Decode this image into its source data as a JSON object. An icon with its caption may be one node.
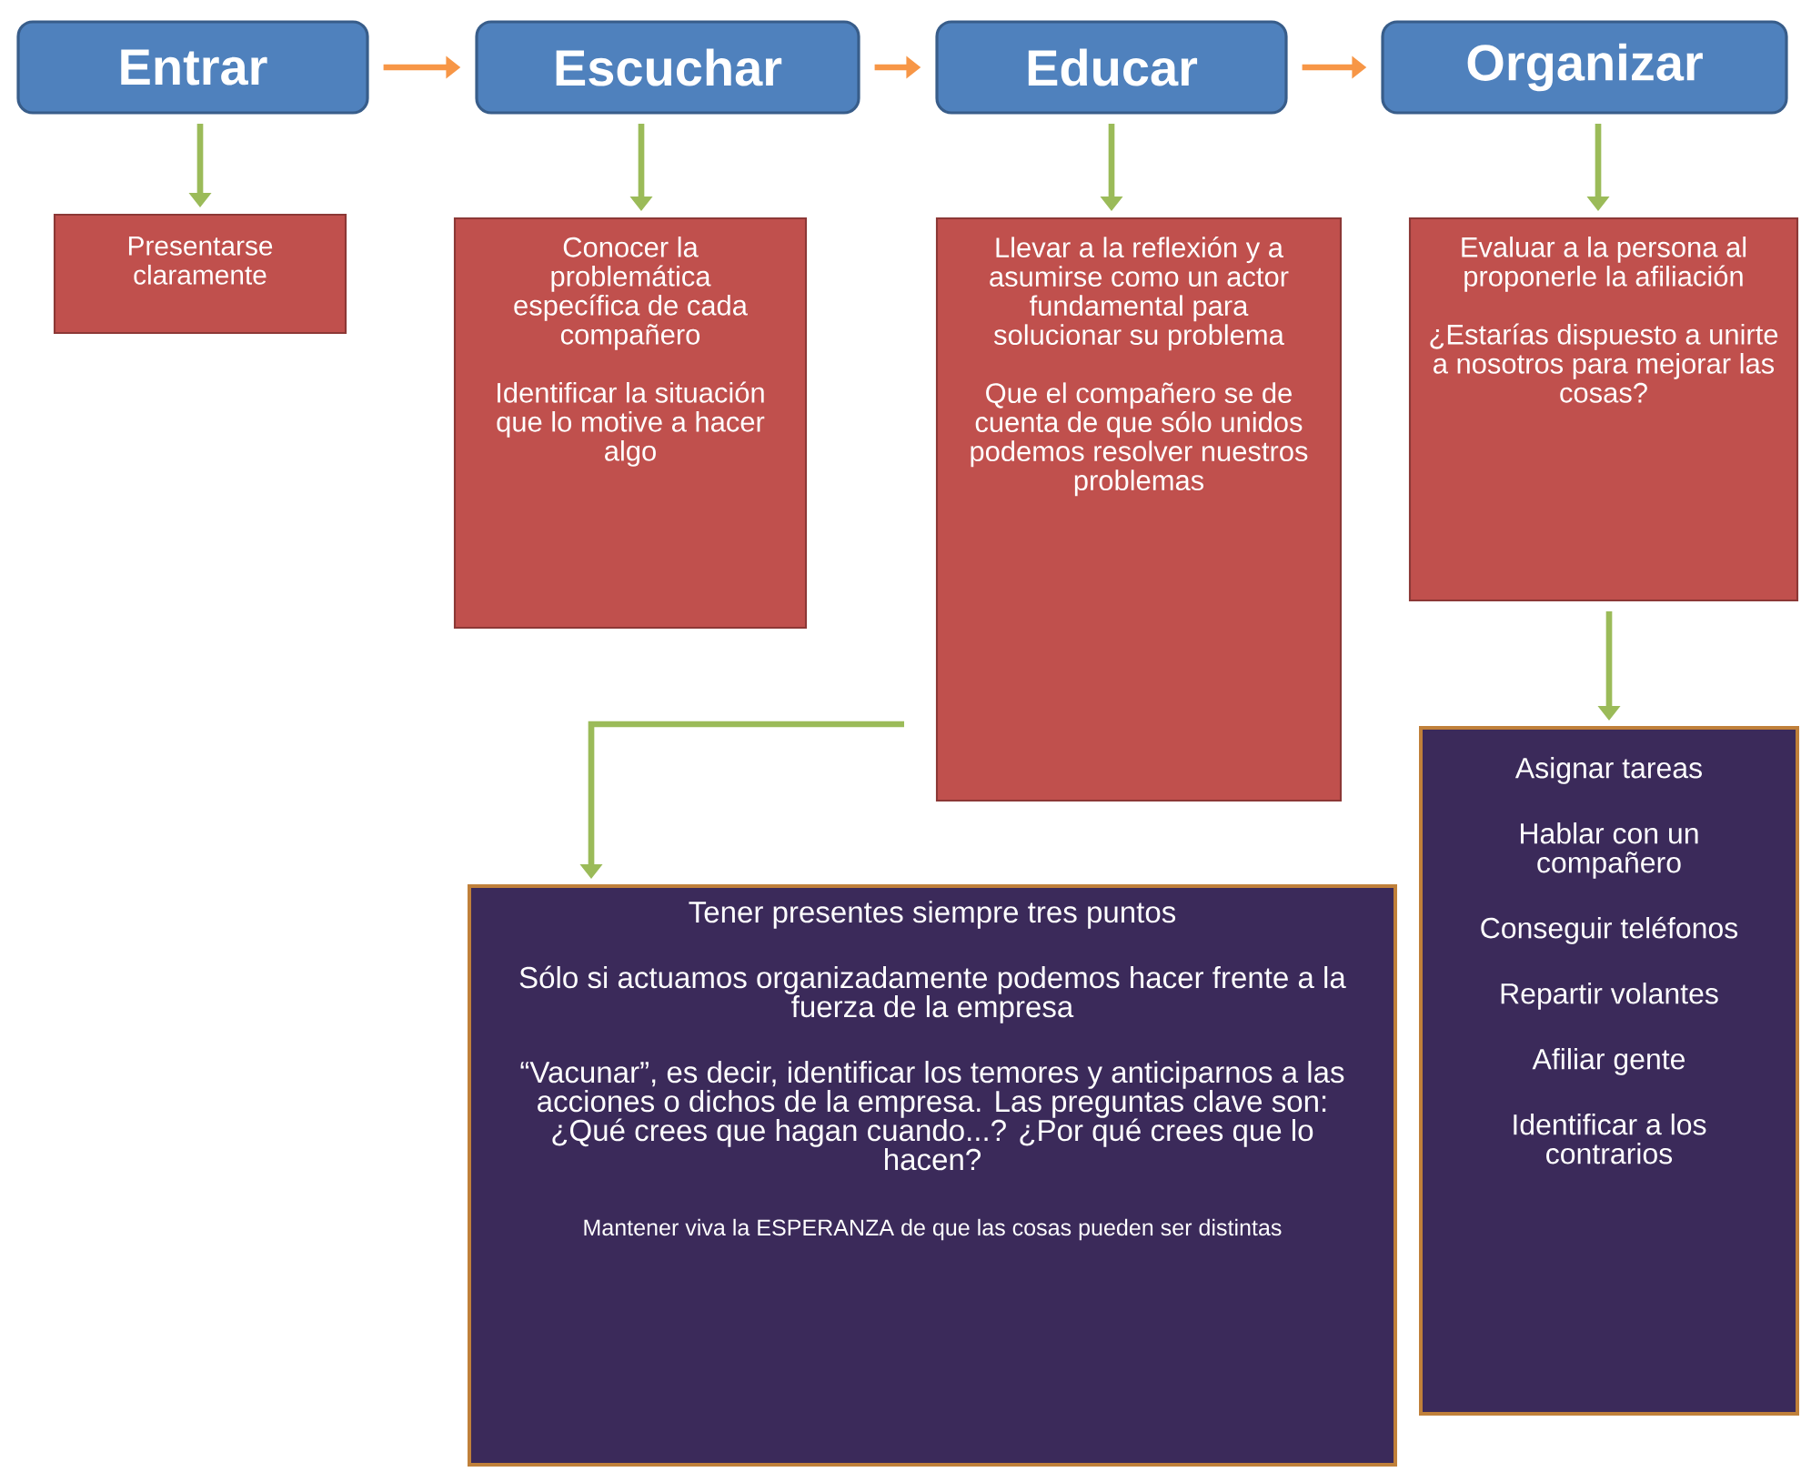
{
  "diagram": {
    "nodes": [
      {
        "text": [
          "Entrar"
        ]
      },
      {
        "text": [
          "Escuchar"
        ]
      },
      {
        "text": [
          "Educar"
        ]
      },
      {
        "text": [
          "Organizar"
        ]
      },
      {
        "text": [
          "Presentarse claramente"
        ]
      },
      {
        "text": [
          "Conocer la problemática específica de cada compañero",
          "Identificar la situación que lo motive a hacer algo"
        ]
      },
      {
        "text": [
          "Llevar a la reflexión y a asumirse como un actor fundamental para solucionar su problema",
          "Que el compañero se de cuenta de que sólo unidos podemos resolver nuestros problemas"
        ]
      },
      {
        "text": [
          "Evaluar a la persona al proponerle la afiliación",
          "¿Estarías dispuesto a unirte a nosotros para mejorar las cosas?"
        ]
      },
      {
        "text": [
          "Tener presentes siempre tres puntos",
          "Sólo si actuamos organizadamente podemos hacer frente a la fuerza de la empresa",
          "“Vacunar”, es decir, identificar los temores y anticiparnos a las acciones o dichos de la empresa. Las preguntas clave son: ¿Qué crees que hagan cuando...? ¿Por qué crees que lo hacen?",
          "Mantener viva la ESPERANZA de que las cosas pueden ser distintas"
        ]
      },
      {
        "text": [
          "Asignar tareas",
          "Hablar con un compañero",
          "Conseguir teléfonos",
          "Repartir volantes",
          "Afiliar gente",
          "Identificar a los contrarios"
        ]
      }
    ],
    "edges": [
      {
        "from": 0,
        "to": 1,
        "arrow": "to",
        "color": "#f79646"
      },
      {
        "from": 1,
        "to": 2,
        "arrow": "to",
        "color": "#f79646"
      },
      {
        "from": 2,
        "to": 3,
        "arrow": "to",
        "color": "#f79646"
      },
      {
        "from": 0,
        "to": 4,
        "arrow": "to"
      },
      {
        "from": 1,
        "to": 5,
        "arrow": "to"
      },
      {
        "from": 2,
        "to": 6,
        "arrow": "to"
      },
      {
        "from": 3,
        "to": 7,
        "arrow": "to"
      },
      {
        "from": 7,
        "to": 9,
        "arrow": "to"
      },
      {
        "from": 6,
        "to": 8,
        "arrow": "to"
      }
    ]
  }
}
